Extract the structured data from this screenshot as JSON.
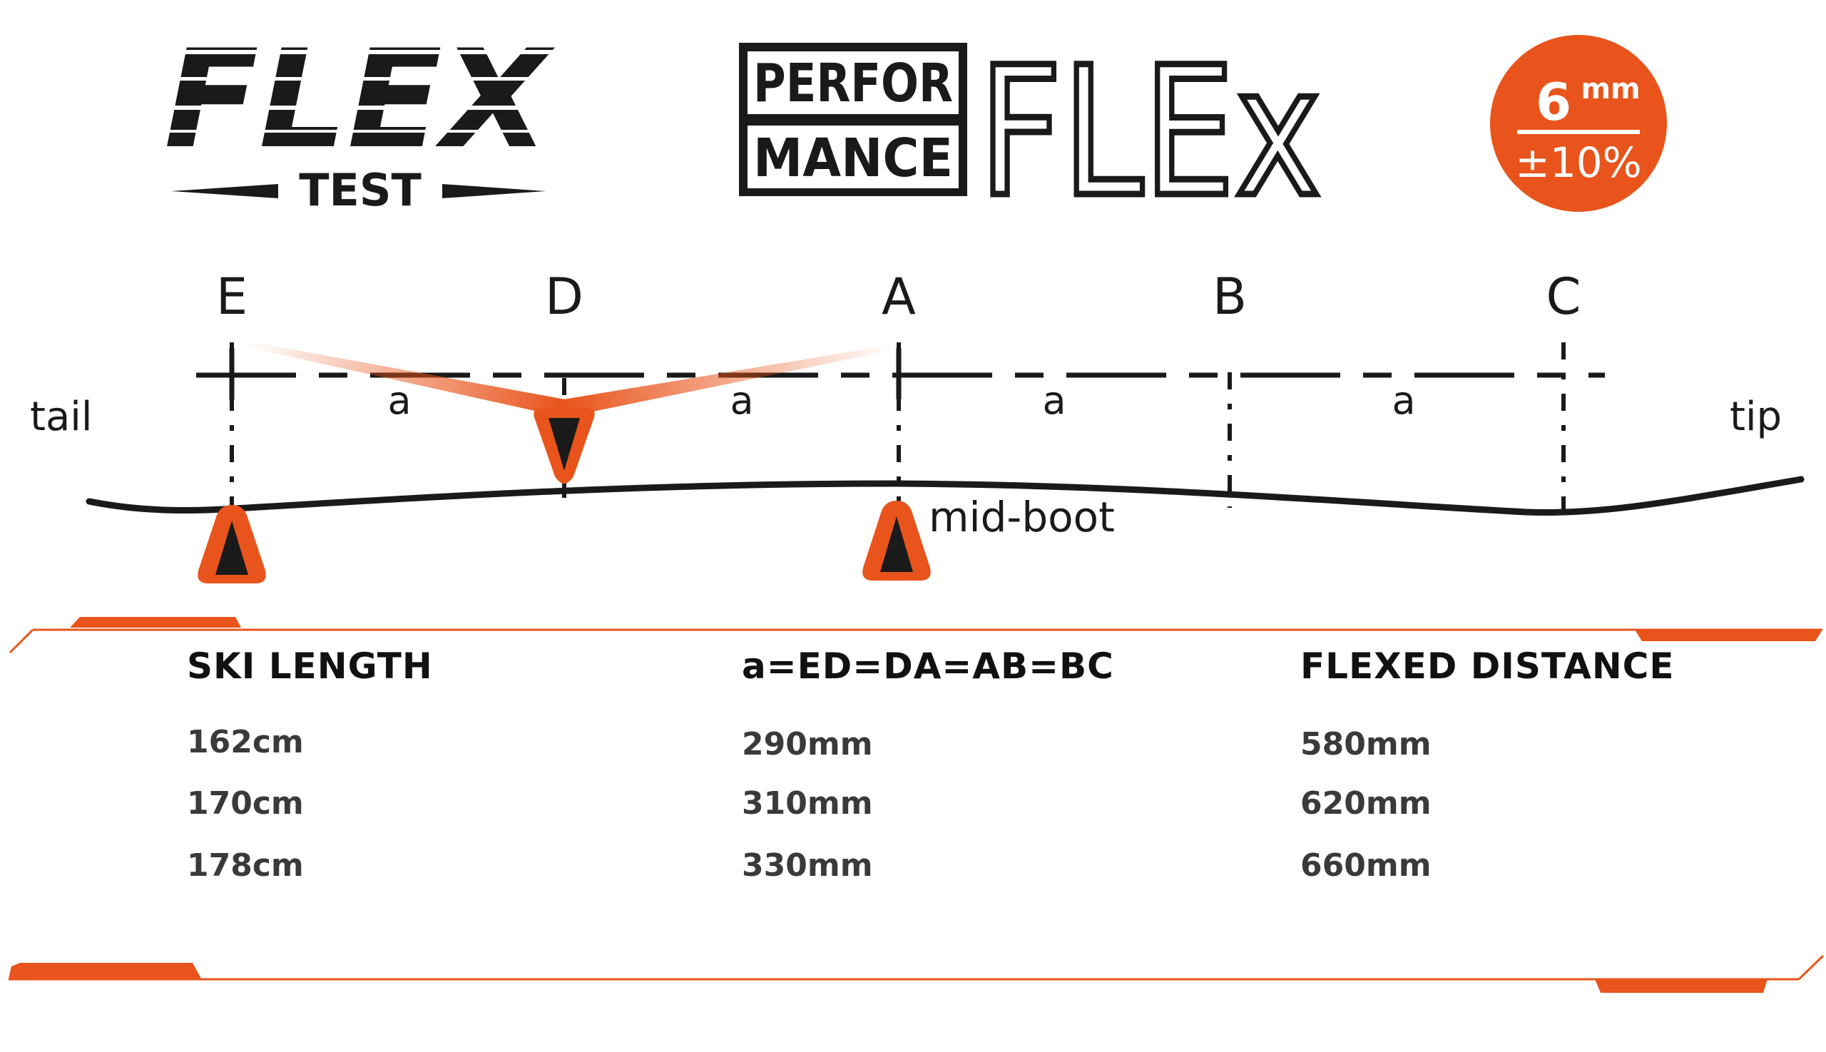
{
  "logos": {
    "flex_test": {
      "word": "FLEX",
      "sub": "TEST"
    },
    "performance_flex": {
      "box_line1": "PERFOR",
      "box_line2": "MANCE",
      "word": "FLEx"
    }
  },
  "badge": {
    "value": "6",
    "unit": "mm",
    "tolerance": "±10%"
  },
  "diagram": {
    "points": [
      {
        "id": "E",
        "label": "E"
      },
      {
        "id": "D",
        "label": "D"
      },
      {
        "id": "A",
        "label": "A"
      },
      {
        "id": "B",
        "label": "B"
      },
      {
        "id": "C",
        "label": "C"
      }
    ],
    "segment_label": "a",
    "tail_label": "tail",
    "tip_label": "tip",
    "midboot_label": "mid-boot"
  },
  "table": {
    "columns": [
      {
        "header": "SKI LENGTH",
        "values": [
          "162cm",
          "170cm",
          "178cm"
        ]
      },
      {
        "header": "a=ED=DA=AB=BC",
        "values": [
          "290mm",
          "310mm",
          "330mm"
        ]
      },
      {
        "header": "FLEXED DISTANCE",
        "values": [
          "580mm",
          "620mm",
          "660mm"
        ]
      }
    ]
  },
  "colors": {
    "accent": "#E8541B",
    "ink": "#1A1A1A",
    "text_gray": "#3A3A3A"
  }
}
